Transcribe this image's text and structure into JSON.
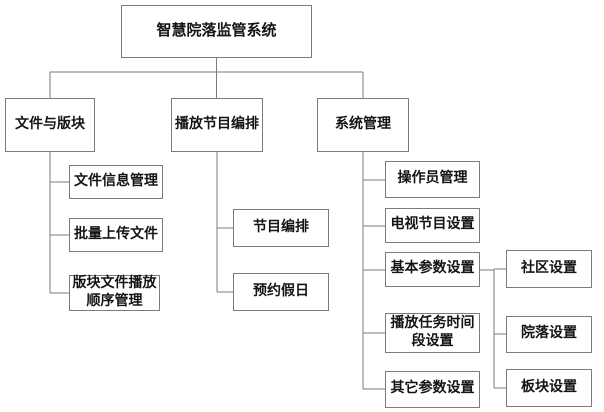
{
  "diagram": {
    "root": {
      "label": "智慧院落监管系统"
    },
    "branches": [
      {
        "label": "文件与版块",
        "children": [
          {
            "label": "文件信息管理"
          },
          {
            "label": "批量上传文件"
          },
          {
            "label": "版块文件播放\n顺序管理"
          }
        ]
      },
      {
        "label": "播放节目编排",
        "children": [
          {
            "label": "节目编排"
          },
          {
            "label": "预约假日"
          }
        ]
      },
      {
        "label": "系统管理",
        "children": [
          {
            "label": "操作员管理"
          },
          {
            "label": "电视节目设置"
          },
          {
            "label": "基本参数设置",
            "children": [
              {
                "label": "社区设置"
              },
              {
                "label": "院落设置"
              },
              {
                "label": "板块设置"
              }
            ]
          },
          {
            "label": "播放任务时间\n段设置"
          },
          {
            "label": "其它参数设置"
          }
        ]
      }
    ],
    "colors": {
      "line": "#7b7b7b",
      "box_border": "#7b7b7b",
      "box_fill": "#ffffff",
      "text": "#141414",
      "background": "#ffffff"
    }
  }
}
